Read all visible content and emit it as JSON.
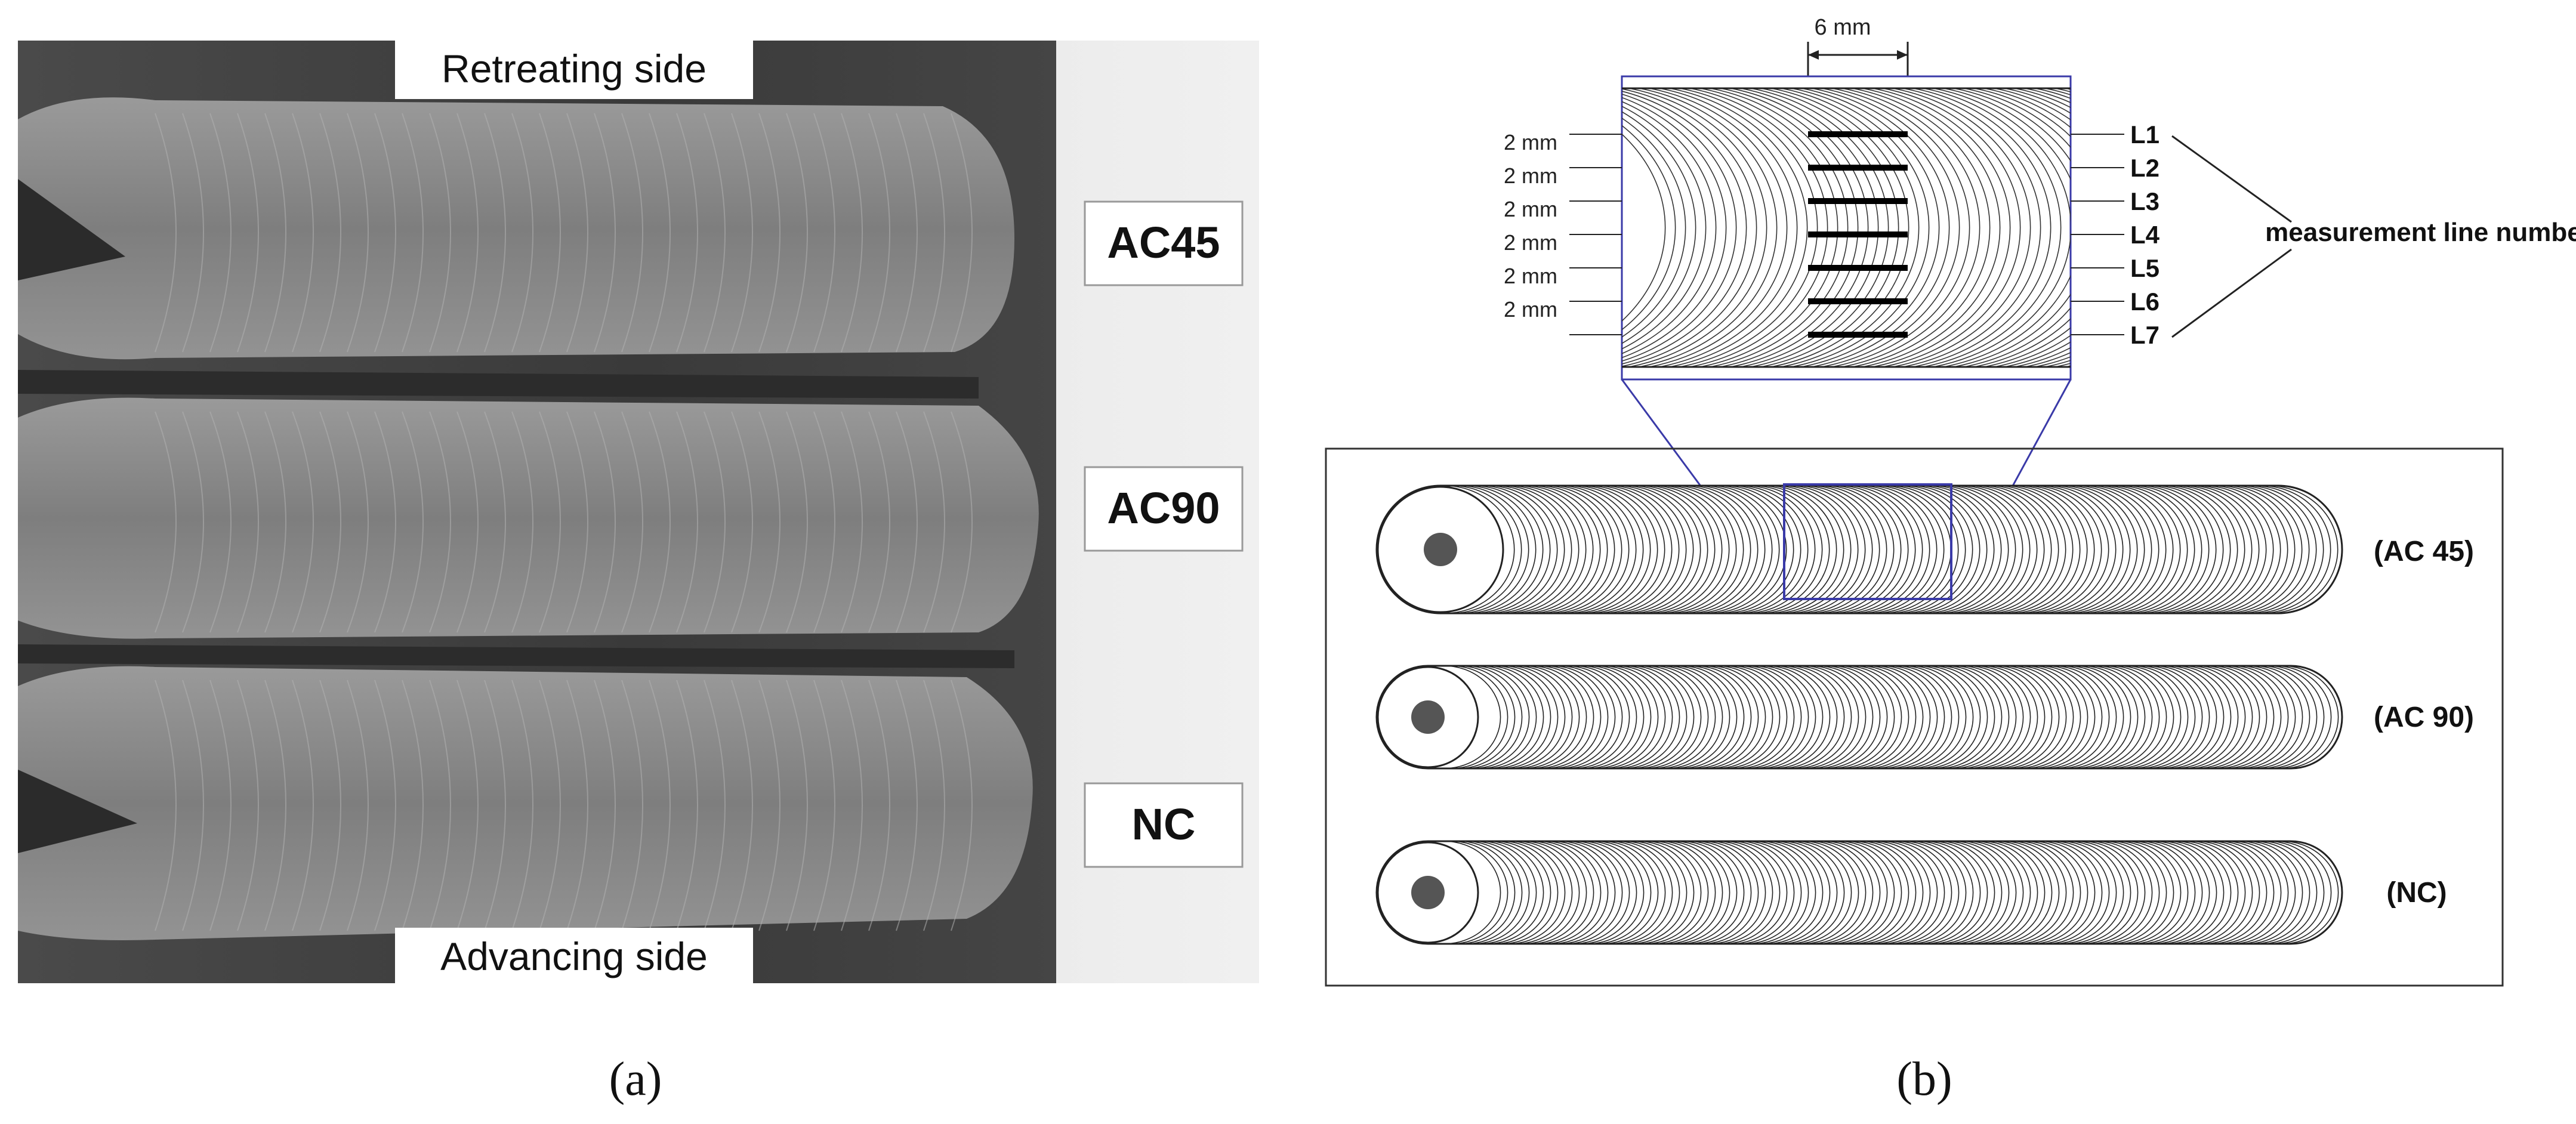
{
  "panel_a": {
    "top_label": "Retreating side",
    "bottom_label": "Advancing side",
    "weld_labels": [
      "AC45",
      "AC90",
      "NC"
    ],
    "caption": "(a)"
  },
  "panel_b": {
    "width_dimension": "6 mm",
    "spacing_labels": [
      "2 mm",
      "2 mm",
      "2 mm",
      "2 mm",
      "2 mm",
      "2 mm"
    ],
    "line_labels": [
      "L1",
      "L2",
      "L3",
      "L4",
      "L5",
      "L6",
      "L7"
    ],
    "measurement_label": "measurement line number",
    "weld_labels": [
      "(AC 45)",
      "(AC 90)",
      "(NC)"
    ],
    "caption": "(b)"
  },
  "colors": {
    "background": "#ffffff",
    "photo_plate": "#3b3b3b",
    "weld_metal": "#8f8f8f",
    "zoom_box": "#3a3aa8",
    "probe_hole": "#555555"
  }
}
